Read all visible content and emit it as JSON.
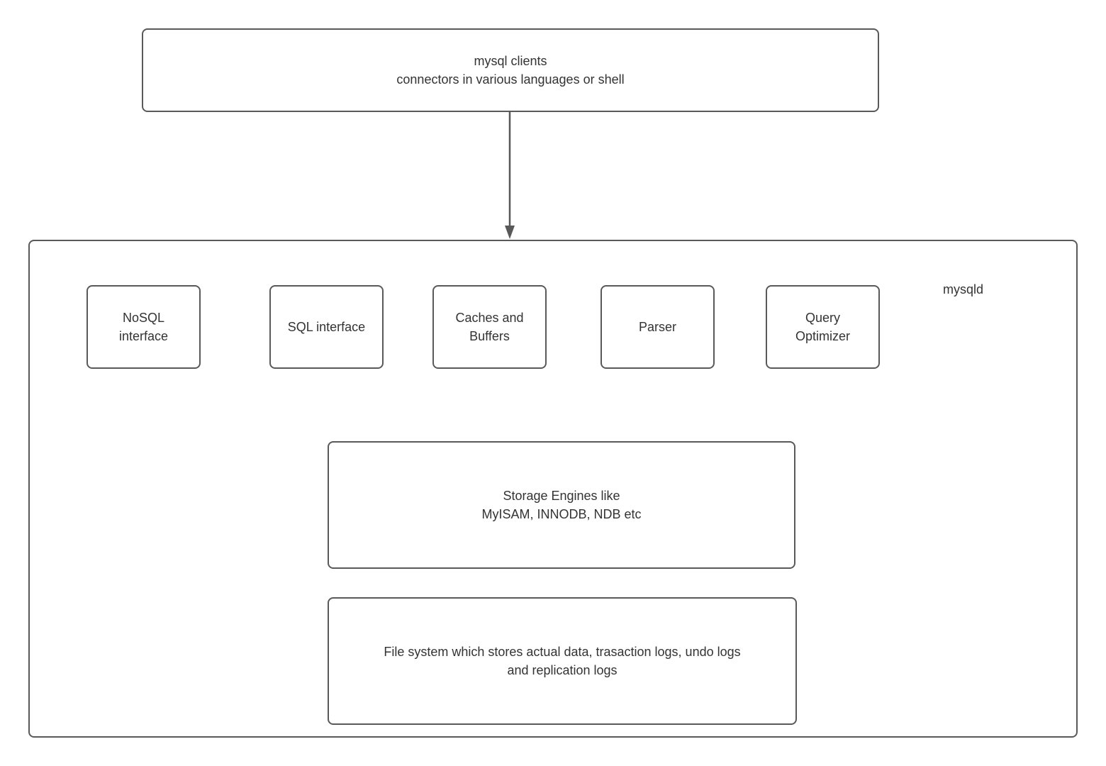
{
  "diagram": {
    "title_hint": "MySQL architecture diagram",
    "clients_box": {
      "text": "mysql clients\nconnectors in various languages or shell"
    },
    "mysqld_label": "mysqld",
    "components": {
      "nosql": {
        "text": "NoSQL\ninterface"
      },
      "sql": {
        "text": "SQL interface"
      },
      "caches": {
        "text": "Caches and\nBuffers"
      },
      "parser": {
        "text": "Parser"
      },
      "query_optimizer": {
        "text": "Query\nOptimizer"
      }
    },
    "storage_engines_box": {
      "text": "Storage Engines like\nMyISAM, INNODB, NDB etc"
    },
    "file_system_box": {
      "text": "File system which stores actual data, trasaction logs, undo logs\nand replication logs"
    },
    "colors": {
      "border": "#595959",
      "text": "#333333",
      "background": "#ffffff",
      "arrow": "#595959"
    }
  }
}
